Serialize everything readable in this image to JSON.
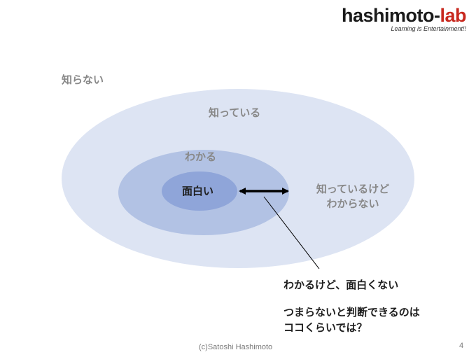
{
  "logo": {
    "main": "hashimoto-",
    "accent": "lab",
    "tagline": "Learning is Entertainment!!"
  },
  "diagram": {
    "outer_label": "知らない",
    "ring_large": "知っている",
    "ring_medium": "わかる",
    "ring_core": "面白い",
    "gap_label_line1": "知っているけど",
    "gap_label_line2": "わからない"
  },
  "annotation": {
    "line1": "わかるけど、面白くない",
    "line2": "つまらないと判断できるのは",
    "line3": "ココくらいでは？"
  },
  "footer": {
    "copyright": "(c)Satoshi Hashimoto",
    "page_number": "4"
  },
  "colors": {
    "ring_large": "#dde4f3",
    "ring_medium": "#b2c2e4",
    "ring_core": "#8fa5d9",
    "label_gray": "#888888",
    "text_dark": "#1e1e1e",
    "logo_accent": "#c8281e"
  }
}
